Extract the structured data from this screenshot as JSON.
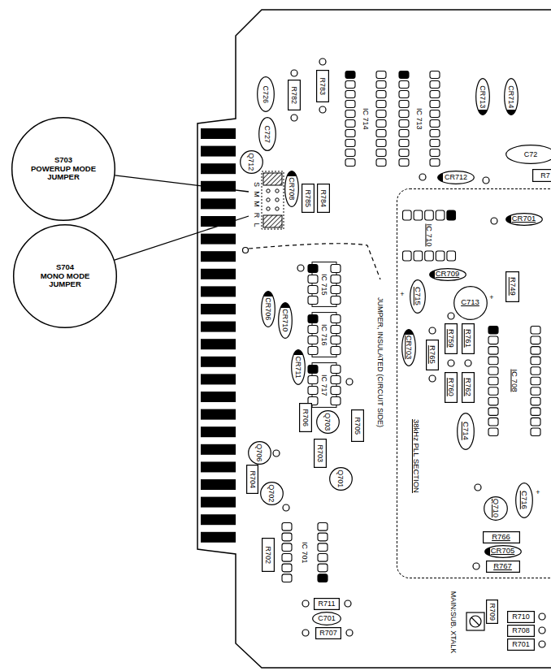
{
  "diagram": {
    "nodes": [
      {
        "text": [
          "S703",
          "POWERUP MODE JUMPER"
        ]
      },
      {
        "text": [
          "S704",
          "MONO MODE JUMPER"
        ]
      },
      {
        "text": [
          "38kHz PLL SECTION"
        ]
      },
      {
        "text": [
          "C726"
        ]
      },
      {
        "text": [
          "C727"
        ]
      },
      {
        "text": [
          "R782"
        ]
      },
      {
        "text": [
          "R783"
        ]
      },
      {
        "text": [
          "IC 714"
        ]
      },
      {
        "text": [
          "IC 713"
        ]
      },
      {
        "text": [
          "CR713"
        ]
      },
      {
        "text": [
          "CR714"
        ]
      },
      {
        "text": [
          "C72"
        ]
      },
      {
        "text": [
          "Q712"
        ]
      },
      {
        "text": [
          "CR712"
        ]
      },
      {
        "text": [
          "R7"
        ]
      },
      {
        "text": [
          "CR708"
        ]
      },
      {
        "text": [
          "R785"
        ]
      },
      {
        "text": [
          "R784"
        ]
      },
      {
        "text": [
          "IC 715"
        ]
      },
      {
        "text": [
          "IC 716"
        ]
      },
      {
        "text": [
          "IC 717"
        ]
      },
      {
        "text": [
          "CR706"
        ]
      },
      {
        "text": [
          "CR710"
        ]
      },
      {
        "text": [
          "CR711"
        ]
      },
      {
        "text": [
          "Q706"
        ]
      },
      {
        "text": [
          "R704"
        ]
      },
      {
        "text": [
          "Q702"
        ]
      },
      {
        "text": [
          "R706"
        ]
      },
      {
        "text": [
          "Q703"
        ]
      },
      {
        "text": [
          "R703"
        ]
      },
      {
        "text": [
          "Q701"
        ]
      },
      {
        "text": [
          "R705"
        ]
      },
      {
        "text": [
          "R702"
        ]
      },
      {
        "text": [
          "IC 701"
        ]
      },
      {
        "text": [
          "R711"
        ]
      },
      {
        "text": [
          "C701"
        ]
      },
      {
        "text": [
          "R707"
        ]
      },
      {
        "text": [
          "R709"
        ]
      },
      {
        "text": [
          "R710"
        ]
      },
      {
        "text": [
          "R708"
        ]
      },
      {
        "text": [
          "R701"
        ]
      },
      {
        "text": [
          "IC 710"
        ],
        "in": 2
      },
      {
        "text": [
          "CR701"
        ],
        "in": 2
      },
      {
        "text": [
          "CR709"
        ],
        "in": 2
      },
      {
        "text": [
          "C715"
        ],
        "in": 2
      },
      {
        "text": [
          "C713"
        ],
        "in": 2
      },
      {
        "text": [
          "R749"
        ],
        "in": 2
      },
      {
        "text": [
          "CR703"
        ],
        "in": 2
      },
      {
        "text": [
          "R765"
        ],
        "in": 2
      },
      {
        "text": [
          "R759"
        ],
        "in": 2
      },
      {
        "text": [
          "R761"
        ],
        "in": 2
      },
      {
        "text": [
          "R760"
        ],
        "in": 2
      },
      {
        "text": [
          "R762"
        ],
        "in": 2
      },
      {
        "text": [
          "IC 708"
        ],
        "in": 2
      },
      {
        "text": [
          "C714"
        ],
        "in": 2
      },
      {
        "text": [
          "C716"
        ],
        "in": 2
      },
      {
        "text": [
          "Q710"
        ],
        "in": 2
      },
      {
        "text": [
          "R766"
        ],
        "in": 2
      },
      {
        "text": [
          "CR705"
        ],
        "in": 2
      },
      {
        "text": [
          "R767"
        ],
        "in": 2
      }
    ],
    "labels": [
      "S",
      "M",
      "M",
      "R",
      "L",
      "JUMPER, INSULATED (CIRCUIT SIDE)",
      "MAIN:SUB. XTALK",
      "+",
      "+",
      "+"
    ]
  }
}
